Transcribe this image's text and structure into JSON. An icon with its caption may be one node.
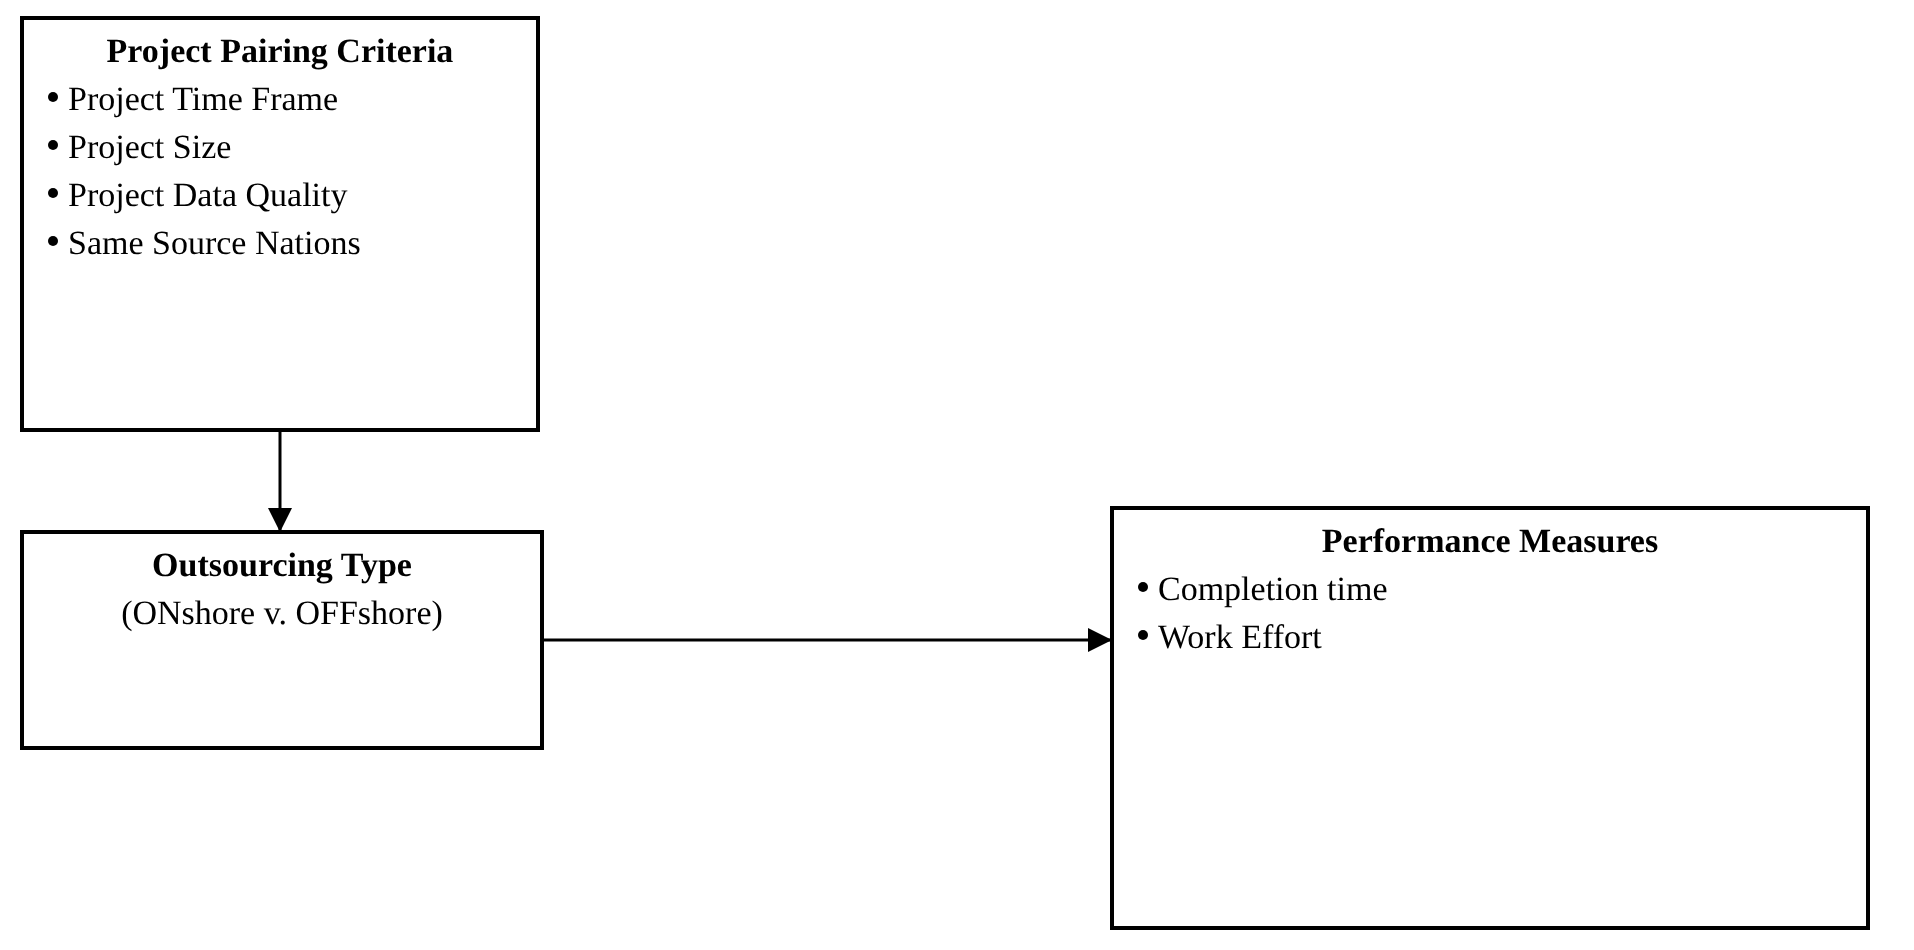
{
  "diagram": {
    "nodes": [
      {
        "text": [
          "Project Pairing Criteria",
          "Project Time Frame",
          "Project Size",
          "Project Data Quality",
          "Same Source Nations"
        ]
      },
      {
        "text": [
          "Outsourcing Type",
          "(ONshore v. OFFshore)"
        ]
      },
      {
        "text": [
          "Performance Measures",
          "Completion time",
          "Work Effort"
        ]
      }
    ],
    "edges": [
      {
        "from": 0,
        "to": 1,
        "arrow": "to"
      },
      {
        "from": 1,
        "to": 2,
        "arrow": "to"
      }
    ]
  }
}
